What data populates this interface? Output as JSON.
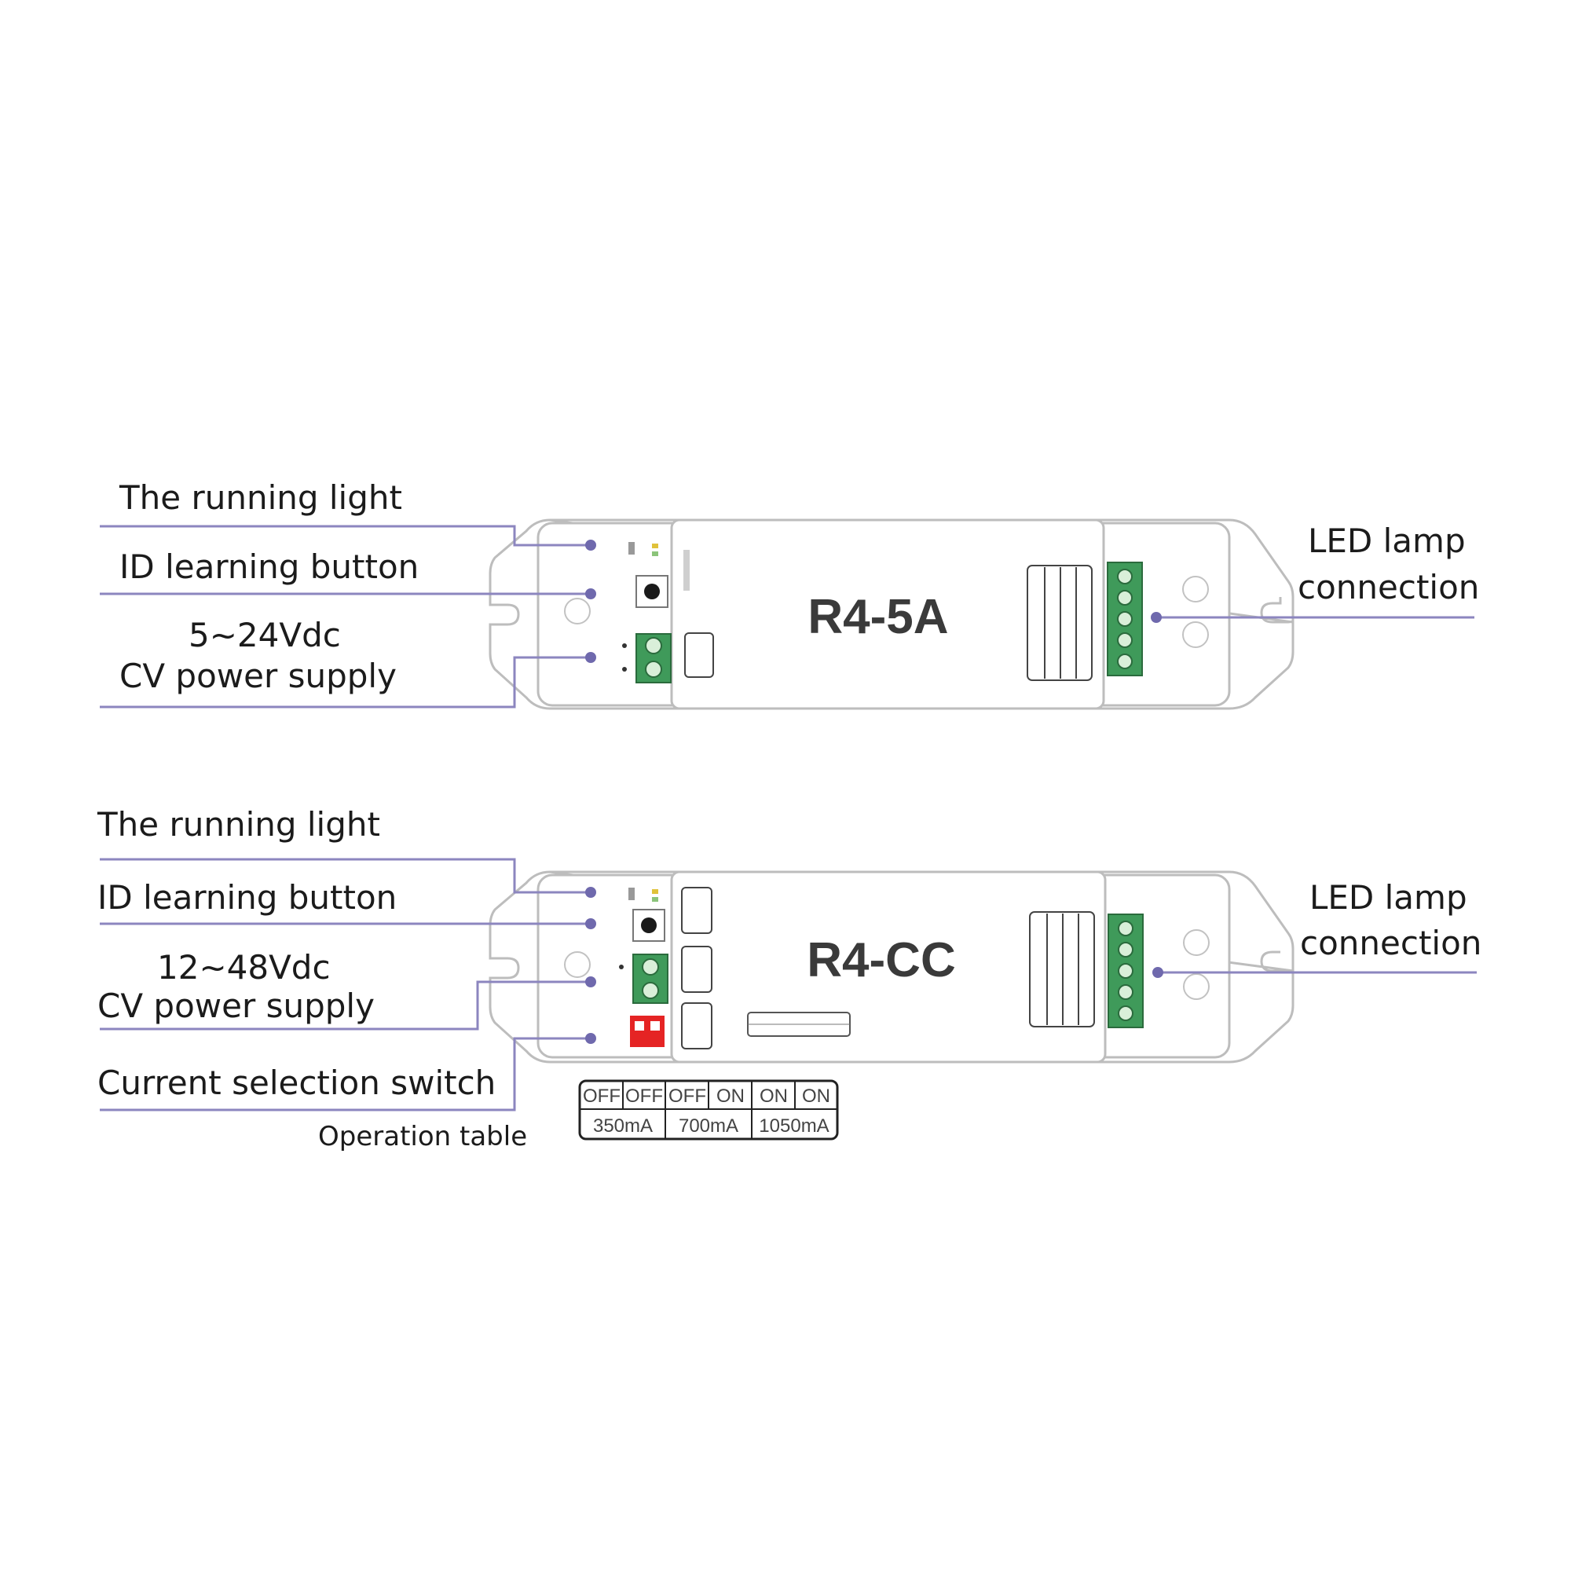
{
  "unit_5a": {
    "model": "R4-5A",
    "labels": {
      "running_light": "The running light",
      "id_button": "ID learning button",
      "voltage": "5~24Vdc",
      "power": "CV power supply",
      "led_line1": "LED lamp",
      "led_line2": "connection"
    }
  },
  "unit_cc": {
    "model": "R4-CC",
    "labels": {
      "running_light": "The running light",
      "id_button": "ID learning button",
      "voltage": "12~48Vdc",
      "power": "CV power supply",
      "current_switch": "Current  selection switch",
      "led_line1": "LED lamp",
      "led_line2": "connection"
    }
  },
  "operation_table": {
    "caption": "Operation table",
    "switches": [
      "OFF",
      "OFF",
      "OFF",
      "ON",
      "ON",
      "ON"
    ],
    "currents": [
      "350mA",
      "700mA",
      "1050mA"
    ]
  },
  "colors": {
    "leader": "#8c86bf",
    "terminal_green": "#3f9a5a",
    "dip_red": "#e52424"
  }
}
